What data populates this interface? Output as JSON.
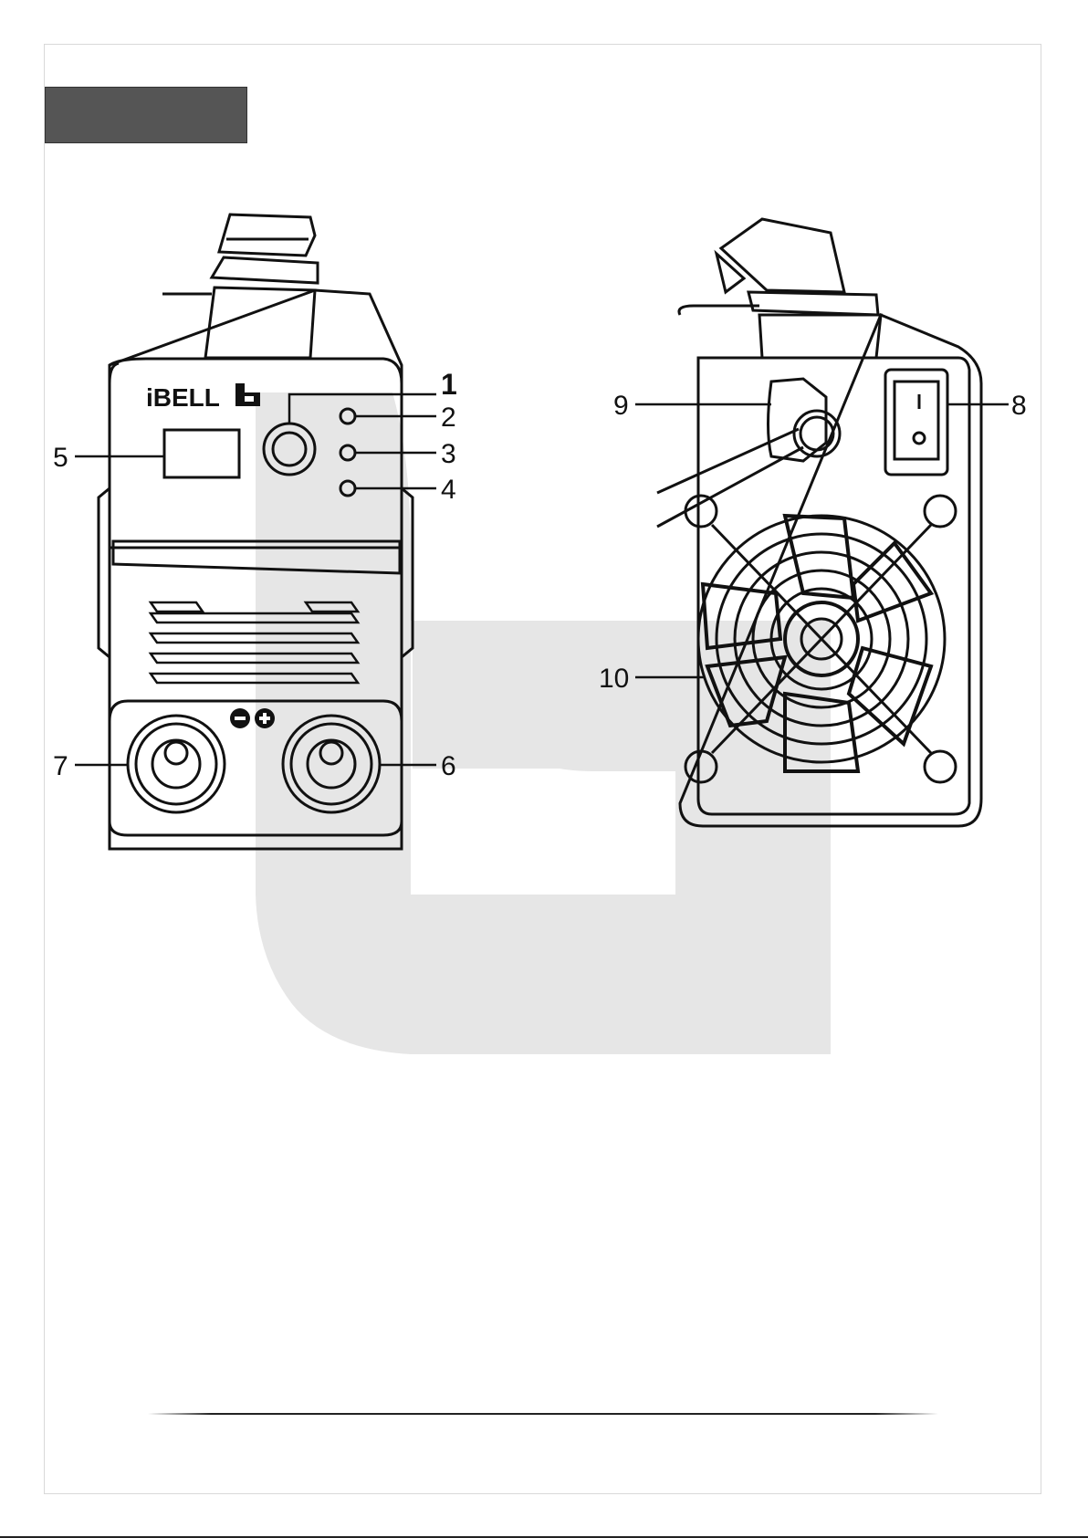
{
  "brand": {
    "logo_text": "iBELL"
  },
  "polarity": {
    "minus": "−",
    "plus": "+"
  },
  "switch": {
    "on": "I",
    "off": "O"
  },
  "callouts": [
    {
      "id": "1",
      "text": "1"
    },
    {
      "id": "2",
      "text": "2"
    },
    {
      "id": "3",
      "text": "3"
    },
    {
      "id": "4",
      "text": "4"
    },
    {
      "id": "5",
      "text": "5"
    },
    {
      "id": "6",
      "text": "6"
    },
    {
      "id": "7",
      "text": "7"
    },
    {
      "id": "8",
      "text": "8"
    },
    {
      "id": "9",
      "text": "9"
    },
    {
      "id": "10",
      "text": "10"
    }
  ],
  "colors": {
    "header_box": "#555555",
    "watermark": "#e6e6e6",
    "line": "#111111"
  }
}
